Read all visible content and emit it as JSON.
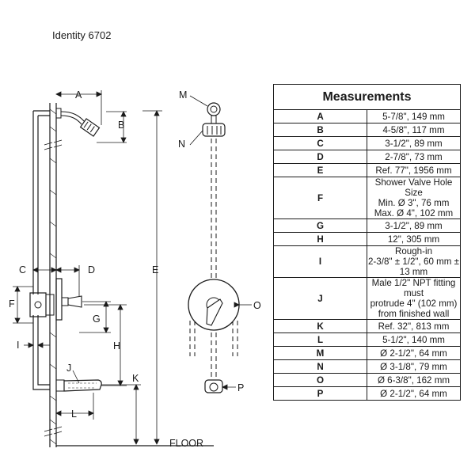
{
  "title": "Identity 6702",
  "floor_label": "FLOOR",
  "side_labels": {
    "A": "A",
    "B": "B",
    "C": "C",
    "D": "D",
    "E": "E",
    "F": "F",
    "G": "G",
    "H": "H",
    "I": "I",
    "J": "J",
    "K": "K",
    "L": "L"
  },
  "front_labels": {
    "M": "M",
    "N": "N",
    "O": "O",
    "P": "P"
  },
  "table": {
    "heading": "Measurements",
    "rows": [
      {
        "key": "A",
        "lines": [
          "5-7/8\", 149 mm"
        ]
      },
      {
        "key": "B",
        "lines": [
          "4-5/8\", 117 mm"
        ]
      },
      {
        "key": "C",
        "lines": [
          "3-1/2\", 89 mm"
        ]
      },
      {
        "key": "D",
        "lines": [
          "2-7/8\", 73 mm"
        ]
      },
      {
        "key": "E",
        "lines": [
          "Ref. 77\", 1956 mm"
        ]
      },
      {
        "key": "F",
        "lines": [
          "Shower Valve Hole Size",
          "Min. Ø 3\", 76 mm",
          "Max. Ø 4\", 102 mm"
        ]
      },
      {
        "key": "G",
        "lines": [
          "3-1/2\", 89 mm"
        ]
      },
      {
        "key": "H",
        "lines": [
          "12\", 305 mm"
        ]
      },
      {
        "key": "I",
        "lines": [
          "Rough-in",
          "2-3/8\" ± 1/2\", 60 mm ± 13 mm"
        ]
      },
      {
        "key": "J",
        "lines": [
          "Male 1/2\" NPT fitting must",
          "protrude 4\" (102 mm)",
          "from finished wall"
        ]
      },
      {
        "key": "K",
        "lines": [
          "Ref. 32\", 813 mm"
        ]
      },
      {
        "key": "L",
        "lines": [
          "5-1/2\", 140 mm"
        ]
      },
      {
        "key": "M",
        "lines": [
          "Ø 2-1/2\", 64 mm"
        ]
      },
      {
        "key": "N",
        "lines": [
          "Ø 3-1/8\", 79 mm"
        ]
      },
      {
        "key": "O",
        "lines": [
          "Ø 6-3/8\", 162 mm"
        ]
      },
      {
        "key": "P",
        "lines": [
          "Ø 2-1/2\", 64 mm"
        ]
      }
    ]
  }
}
